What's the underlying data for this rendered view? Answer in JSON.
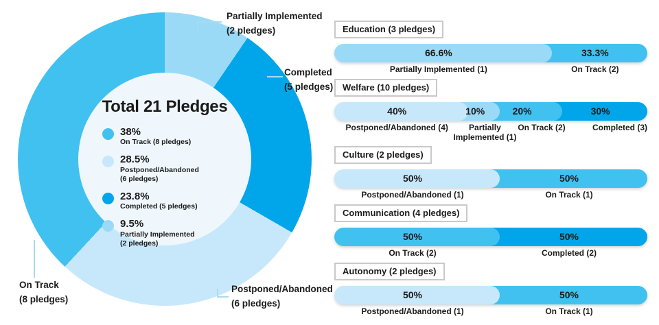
{
  "colors": {
    "on_track": "#41C1F0",
    "postponed_abandoned": "#C7E8FA",
    "completed": "#00A6E9",
    "partially_implemented": "#9BDAF7",
    "center_circle": "#EFF7FC",
    "connector_line": "#A7DAF2",
    "text": "#1B1B1B",
    "category_box_border": "#C9C9C9"
  },
  "chart_data": [
    {
      "type": "pie",
      "variant": "donut",
      "title": "Total 21 Pledges",
      "total_pledges": 21,
      "order_clockwise_from_top": [
        "Partially Implemented",
        "Completed",
        "Postponed/Abandoned",
        "On Track"
      ],
      "legend_position": "center",
      "slices": [
        {
          "label": "On Track",
          "pledges": 8,
          "pct": 38,
          "pct_label": "38%",
          "legend_label": "On Track (8 pledges)",
          "callout": "On Track\n(8 pledges)",
          "color": "#41C1F0"
        },
        {
          "label": "Postponed/Abandoned",
          "pledges": 6,
          "pct": 28.5,
          "pct_label": "28.5%",
          "legend_label": "Postponed/Abandoned\n(6 pledges)",
          "callout": "Postponed/Abandoned\n(6 pledges)",
          "color": "#C7E8FA"
        },
        {
          "label": "Completed",
          "pledges": 5,
          "pct": 23.8,
          "pct_label": "23.8%",
          "legend_label": "Completed (5 pledges)",
          "callout": "Completed\n(5 pledges)",
          "color": "#00A6E9"
        },
        {
          "label": "Partially Implemented",
          "pledges": 2,
          "pct": 9.5,
          "pct_label": "9.5%",
          "legend_label": "Partially Implemented\n(2 pledges)",
          "callout": "Partially Implemented\n(2 pledges)",
          "color": "#9BDAF7"
        }
      ]
    },
    {
      "type": "bar",
      "variant": "stacked-horizontal",
      "categories": [
        "Education (3 pledges)",
        "Welfare (10 pledges)",
        "Culture (2 pledges)",
        "Communication (4 pledges)",
        "Autonomy (2 pledges)"
      ],
      "rows": [
        {
          "category": "Education (3 pledges)",
          "segments": [
            {
              "status": "Partially Implemented",
              "count": 1,
              "pct": 66.6,
              "pct_label": "66.6%",
              "label": "Partially Implemented (1)",
              "color": "#9BDAF7"
            },
            {
              "status": "On Track",
              "count": 2,
              "pct": 33.4,
              "pct_label": "33.3%",
              "label": "On Track (2)",
              "color": "#41C1F0"
            }
          ]
        },
        {
          "category": "Welfare (10 pledges)",
          "segments": [
            {
              "status": "Postponed/Abandoned",
              "count": 4,
              "pct": 40,
              "pct_label": "40%",
              "label": "Postponed/Abandoned (4)",
              "color": "#C7E8FA"
            },
            {
              "status": "Partially Implemented",
              "count": 1,
              "pct": 10,
              "pct_label": "10%",
              "label": "Partially\nImplemented (1)",
              "color": "#9BDAF7"
            },
            {
              "status": "On Track",
              "count": 2,
              "pct": 20,
              "pct_label": "20%",
              "label": "On Track (2)",
              "color": "#41C1F0"
            },
            {
              "status": "Completed",
              "count": 3,
              "pct": 30,
              "pct_label": "30%",
              "label": "Completed (3)",
              "color": "#00A6E9"
            }
          ]
        },
        {
          "category": "Culture (2 pledges)",
          "segments": [
            {
              "status": "Postponed/Abandoned",
              "count": 1,
              "pct": 50,
              "pct_label": "50%",
              "label": "Postponed/Abandoned (1)",
              "color": "#C7E8FA"
            },
            {
              "status": "On Track",
              "count": 1,
              "pct": 50,
              "pct_label": "50%",
              "label": "On Track (1)",
              "color": "#41C1F0"
            }
          ]
        },
        {
          "category": "Communication (4 pledges)",
          "segments": [
            {
              "status": "On Track",
              "count": 2,
              "pct": 50,
              "pct_label": "50%",
              "label": "On Track (2)",
              "color": "#41C1F0"
            },
            {
              "status": "Completed",
              "count": 2,
              "pct": 50,
              "pct_label": "50%",
              "label": "Completed (2)",
              "color": "#00A6E9"
            }
          ]
        },
        {
          "category": "Autonomy (2 pledges)",
          "segments": [
            {
              "status": "Postponed/Abandoned",
              "count": 1,
              "pct": 50,
              "pct_label": "50%",
              "label": "Postponed/Abandoned (1)",
              "color": "#C7E8FA"
            },
            {
              "status": "On Track",
              "count": 1,
              "pct": 50,
              "pct_label": "50%",
              "label": "On Track (1)",
              "color": "#41C1F0"
            }
          ]
        }
      ]
    }
  ]
}
